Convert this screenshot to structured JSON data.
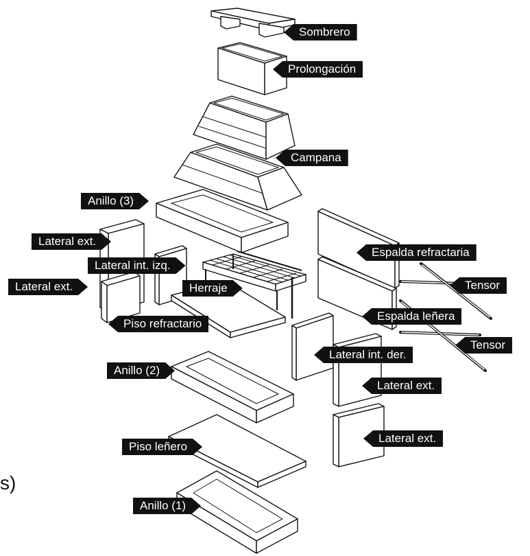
{
  "labels": {
    "sombrero": "Sombrero",
    "prolongacion": "Prolongación",
    "campana": "Campana",
    "anillo3": "Anillo (3)",
    "lateral_ext_1": "Lateral ext.",
    "lateral_int_izq": "Lateral int. izq.",
    "lateral_ext_2": "Lateral ext.",
    "herraje": "Herraje",
    "piso_refractario": "Piso refractario",
    "espalda_refractaria": "Espalda refractaria",
    "tensor_1": "Tensor",
    "espalda_lenera": "Espalda leñera",
    "tensor_2": "Tensor",
    "lateral_int_der": "Lateral int. der.",
    "anillo2": "Anillo (2)",
    "lateral_ext_3": "Lateral ext.",
    "lateral_ext_4": "Lateral ext.",
    "piso_lenero": "Piso leñero",
    "anillo1": "Anillo (1)"
  },
  "page_fragment": "s)",
  "colors": {
    "label_bg": "#111111",
    "label_text": "#ffffff",
    "line": "#111111",
    "background": "#ffffff"
  }
}
